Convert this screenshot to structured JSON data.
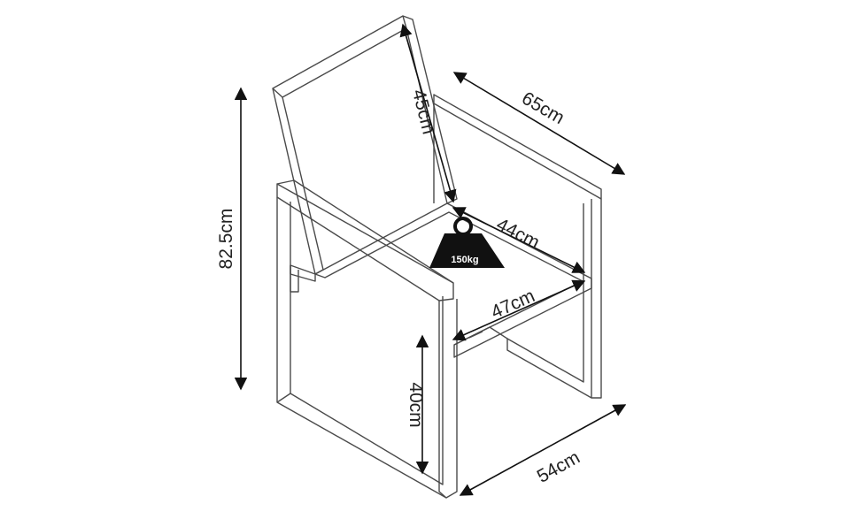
{
  "dimensions": {
    "height": "82.5cm",
    "backrest": "45cm",
    "depth": "65cm",
    "seat_depth": "44cm",
    "seat_width": "47cm",
    "seat_height": "40cm",
    "width": "54cm"
  },
  "max_load": "150kg",
  "icons": {
    "weight": "weight-icon"
  },
  "colors": {
    "line": "#4a4a4a",
    "arrow": "#111111",
    "weight": "#111111"
  }
}
